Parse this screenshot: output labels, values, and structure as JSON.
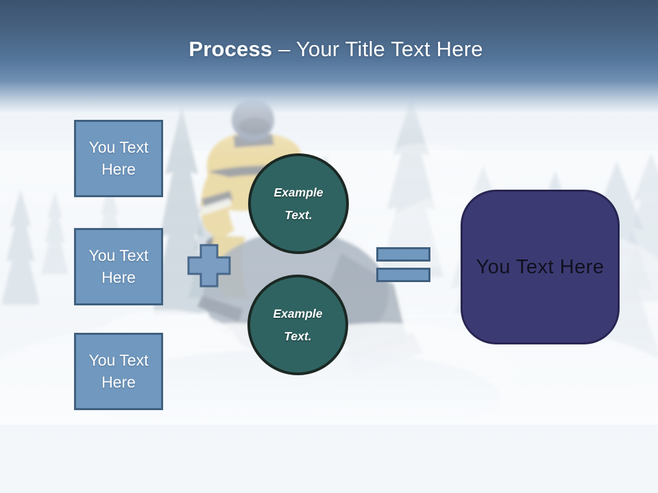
{
  "theme": {
    "header_top": "#3C536F",
    "header_mid": "#54759A",
    "steel_fill": "#7198BE",
    "steel_border": "#40607F",
    "teal_fill": "#2F6361",
    "teal_border": "#1B2823",
    "purple_fill": "#3C3A73",
    "purple_border": "#282552",
    "title_color": "#FFFFFF",
    "box_text": "#FFFFFF",
    "result_text": "#10101F"
  },
  "header": {
    "title_bold": "Process",
    "title_rest": " – Your Title Text Here"
  },
  "left_boxes": [
    {
      "label": "You Text\nHere"
    },
    {
      "label": "You Text\nHere"
    },
    {
      "label": "You Text\nHere"
    }
  ],
  "circles": [
    {
      "label": "Example\nText."
    },
    {
      "label": "Example\nText."
    }
  ],
  "result_box": {
    "label": "You Text Here"
  },
  "background": {
    "photo_alt": "Faded winter photo: snowmobile rider in yellow-black jacket jumping through snowy pine forest"
  }
}
